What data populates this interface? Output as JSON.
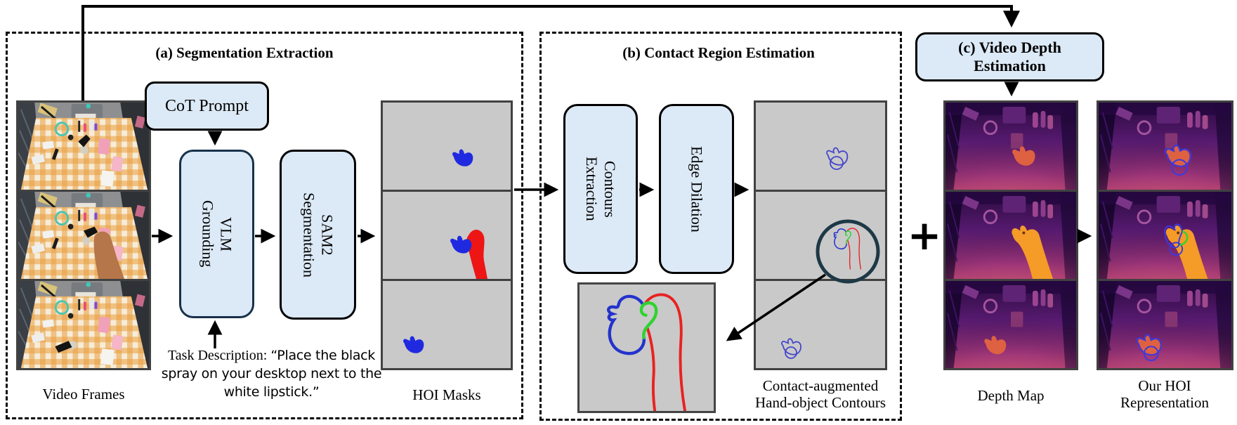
{
  "figure": {
    "panels": {
      "a": {
        "title": "(a) Segmentation Extraction"
      },
      "b": {
        "title": "(b) Contact Region Estimation"
      },
      "c": {
        "title_line1": "(c) Video Depth",
        "title_line2": "Estimation"
      }
    },
    "nodes": {
      "cot_prompt": "CoT Prompt",
      "vlm_line1": "VLM",
      "vlm_line2": "Grounding",
      "sam2_line1": "SAM2",
      "sam2_line2": "Segmentation",
      "contours_line1": "Contours",
      "contours_line2": "Extraction",
      "edge_dilation": "Edge Dilation"
    },
    "labels": {
      "video_frames": "Video Frames",
      "hoi_masks": "HOI Masks",
      "contact_line1": "Contact-augmented",
      "contact_line2": "Hand-object Contours",
      "depth_map": "Depth Map",
      "our_hoi_line1": "Our HOI",
      "our_hoi_line2": "Representation",
      "plus_sign": "+"
    },
    "task_description": {
      "prefix": "Task Description: ",
      "quote": "“Place the black spray on your desktop next to the white lipstick.”"
    },
    "colors": {
      "node_fill": "#dce9f6",
      "panel_gray": "#c9c9c9",
      "hand_mask_blue": "#1f2ae0",
      "object_mask_red": "#ee1515",
      "contact_green": "#2fd32f",
      "contour_blue": "#4646cc",
      "depth_hand_orange": "#f59b28",
      "depth_hand_red": "#de6142",
      "magnifier_stroke": "#1e3946",
      "arrow_black": "#000000"
    }
  }
}
